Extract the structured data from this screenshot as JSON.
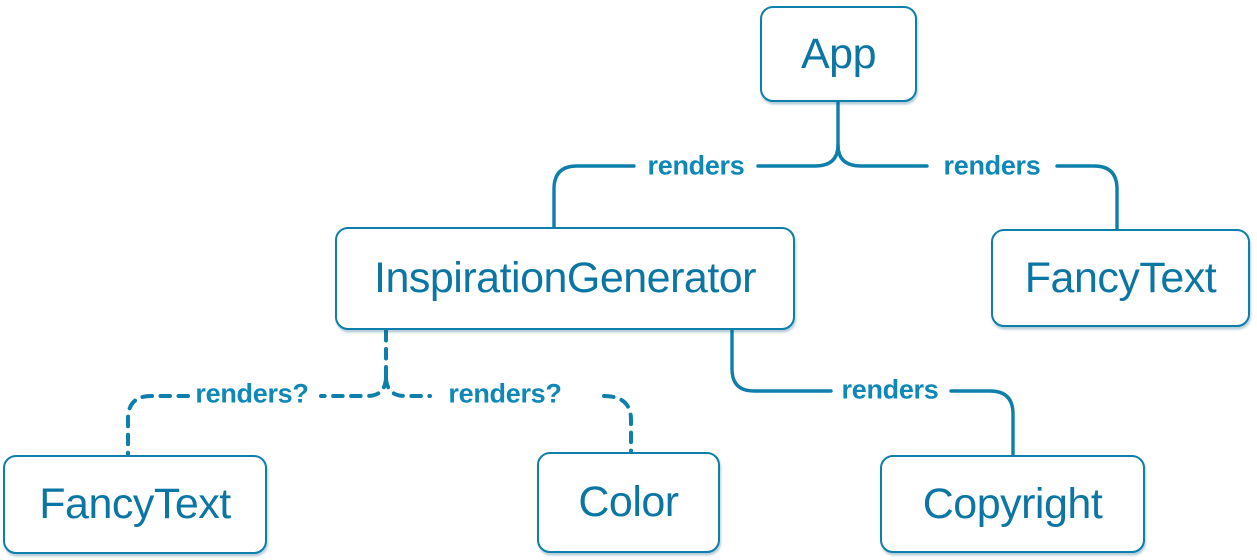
{
  "diagram": {
    "nodes": [
      {
        "id": "app",
        "label": "App"
      },
      {
        "id": "inspiration-generator",
        "label": "InspirationGenerator"
      },
      {
        "id": "fancy-text-top",
        "label": "FancyText"
      },
      {
        "id": "fancy-text-bottom",
        "label": "FancyText"
      },
      {
        "id": "color",
        "label": "Color"
      },
      {
        "id": "copyright",
        "label": "Copyright"
      }
    ],
    "edges": [
      {
        "from": "app",
        "to": "inspiration-generator",
        "label": "renders",
        "style": "solid"
      },
      {
        "from": "app",
        "to": "fancy-text-top",
        "label": "renders",
        "style": "solid"
      },
      {
        "from": "inspiration-generator",
        "to": "fancy-text-bottom",
        "label": "renders?",
        "style": "dashed"
      },
      {
        "from": "inspiration-generator",
        "to": "color",
        "label": "renders?",
        "style": "dashed"
      },
      {
        "from": "inspiration-generator",
        "to": "copyright",
        "label": "renders",
        "style": "solid"
      }
    ],
    "colors": {
      "line_color": "#0e7eaa",
      "box_text": "#0b76a4",
      "label_color": "#0f88b7",
      "box_bg": "#ffffff",
      "canvas_bg": "#ffffff"
    }
  }
}
